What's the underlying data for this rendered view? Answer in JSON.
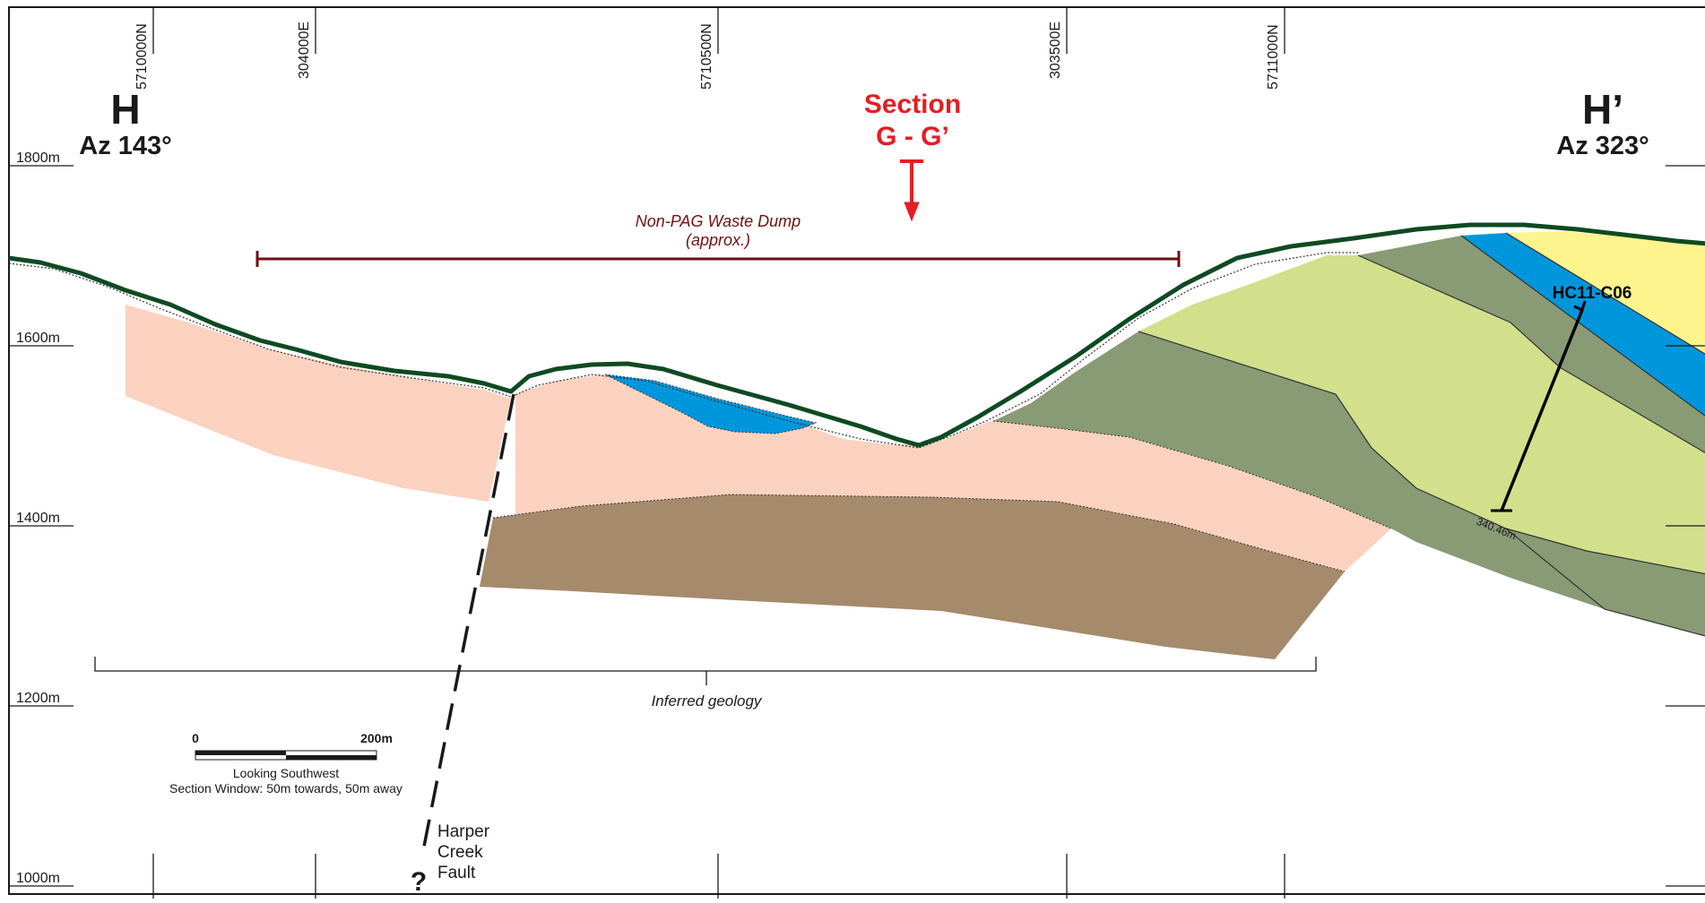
{
  "section": {
    "left_label": "H",
    "left_azimuth": "Az 143°",
    "right_label": "H’",
    "right_azimuth": "Az 323°",
    "intersect_line1": "Section",
    "intersect_line2": "G - G’"
  },
  "coordinate_ticks": [
    {
      "label": "5710000N"
    },
    {
      "label": "304000E"
    },
    {
      "label": "5710500N"
    },
    {
      "label": "303500E"
    },
    {
      "label": "5711000N"
    }
  ],
  "elevation_labels": [
    {
      "label": "1800m",
      "value": 1800
    },
    {
      "label": "1600m",
      "value": 1600
    },
    {
      "label": "1400m",
      "value": 1400
    },
    {
      "label": "1200m",
      "value": 1200
    },
    {
      "label": "1000m",
      "value": 1000
    }
  ],
  "waste_dump": {
    "line1": "Non-PAG Waste Dump",
    "line2": "(approx.)",
    "color": "#6e1012"
  },
  "inferred_geology": "Inferred geology",
  "drillhole": {
    "name": "HC11-C06",
    "depth": "340.46m"
  },
  "scale_bar": {
    "start": "0",
    "end": "200m",
    "view": "Looking Southwest",
    "window": "Section Window: 50m towards, 50m away"
  },
  "fault": {
    "line1": "Harper",
    "line2": "Creek",
    "line3": "Fault",
    "query": "?"
  },
  "colors": {
    "topography": "#0e4a22",
    "salmon_unit": "#fbd2c0",
    "brown_unit": "#a58a6b",
    "grey_green_unit": "#889b75",
    "light_green_unit": "#d2e08b",
    "blue_unit": "#0096db",
    "yellow_unit": "#fdf48d",
    "section_marker": "#e31e24"
  }
}
